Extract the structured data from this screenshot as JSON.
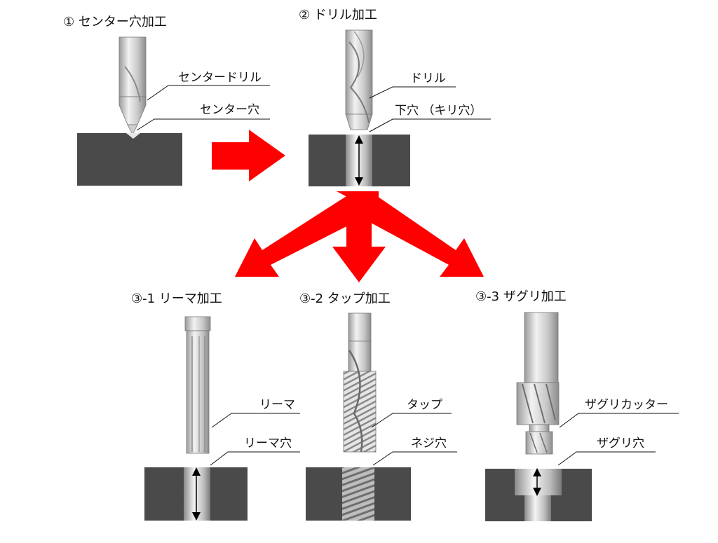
{
  "steps": {
    "s1": {
      "title": "① センター穴加工",
      "tool_label": "センタードリル",
      "hole_label": "センター穴"
    },
    "s2": {
      "title": "② ドリル加工",
      "tool_label": "ドリル",
      "hole_label": "下穴 （キリ穴）"
    },
    "s31": {
      "title": "③-1 リーマ加工",
      "tool_label": "リーマ",
      "hole_label": "リーマ穴"
    },
    "s32": {
      "title": "③-2 タップ加工",
      "tool_label": "タップ",
      "hole_label": "ネジ穴"
    },
    "s33": {
      "title": "③-3 ザグリ加工",
      "tool_label": "ザグリカッター",
      "hole_label": "ザグリ穴"
    }
  },
  "colors": {
    "arrow": "#ff0000",
    "block": "#4a4a4a",
    "tool": "#d4d4d4"
  }
}
